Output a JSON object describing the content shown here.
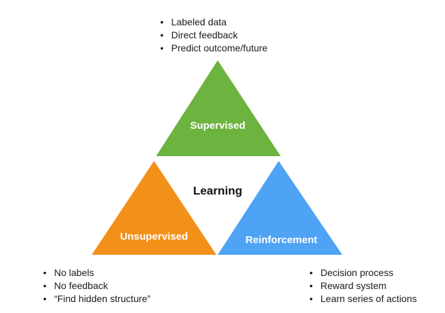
{
  "center_label": "Learning",
  "triangles": {
    "supervised": {
      "label": "Supervised",
      "color": "#6db33f"
    },
    "unsupervised": {
      "label": "Unsupervised",
      "color": "#f39019"
    },
    "reinforcement": {
      "label": "Reinforcement",
      "color": "#4fa3f4"
    }
  },
  "bullets": {
    "supervised": [
      "Labeled data",
      "Direct feedback",
      "Predict outcome/future"
    ],
    "unsupervised": [
      "No labels",
      "No feedback",
      "“Find hidden structure”"
    ],
    "reinforcement": [
      "Decision process",
      "Reward system",
      "Learn series of actions"
    ]
  }
}
